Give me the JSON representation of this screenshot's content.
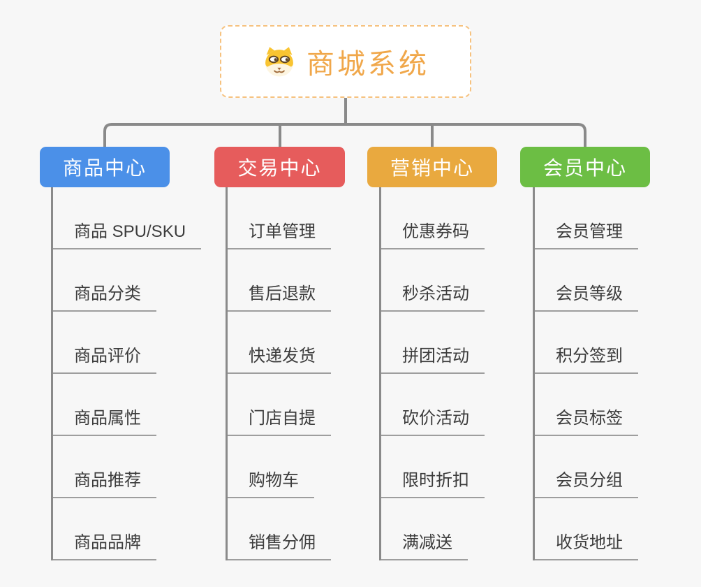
{
  "canvas": {
    "background": "#f7f7f7"
  },
  "root": {
    "title": "商城系统",
    "icon": "dog-face-icon",
    "text_color": "#f0a74a",
    "border_color": "#f6c27f",
    "icon_colors": {
      "fur_yellow": "#f9c431",
      "muzzle_cream": "#fdf5e1",
      "outline_brown": "#5d4423",
      "nose_brown": "#a06a3a"
    }
  },
  "connector": {
    "color": "#8a8a8a"
  },
  "branches": [
    {
      "label": "商品中心",
      "color": "#4b90e8",
      "children": [
        "商品 SPU/SKU",
        "商品分类",
        "商品评价",
        "商品属性",
        "商品推荐",
        "商品品牌"
      ]
    },
    {
      "label": "交易中心",
      "color": "#e65c5c",
      "children": [
        "订单管理",
        "售后退款",
        "快递发货",
        "门店自提",
        "购物车",
        "销售分佣"
      ]
    },
    {
      "label": "营销中心",
      "color": "#e9a93f",
      "children": [
        "优惠券码",
        "秒杀活动",
        "拼团活动",
        "砍价活动",
        "限时折扣",
        "满减送"
      ]
    },
    {
      "label": "会员中心",
      "color": "#6cbe44",
      "children": [
        "会员管理",
        "会员等级",
        "积分签到",
        "会员标签",
        "会员分组",
        "收货地址"
      ]
    }
  ]
}
